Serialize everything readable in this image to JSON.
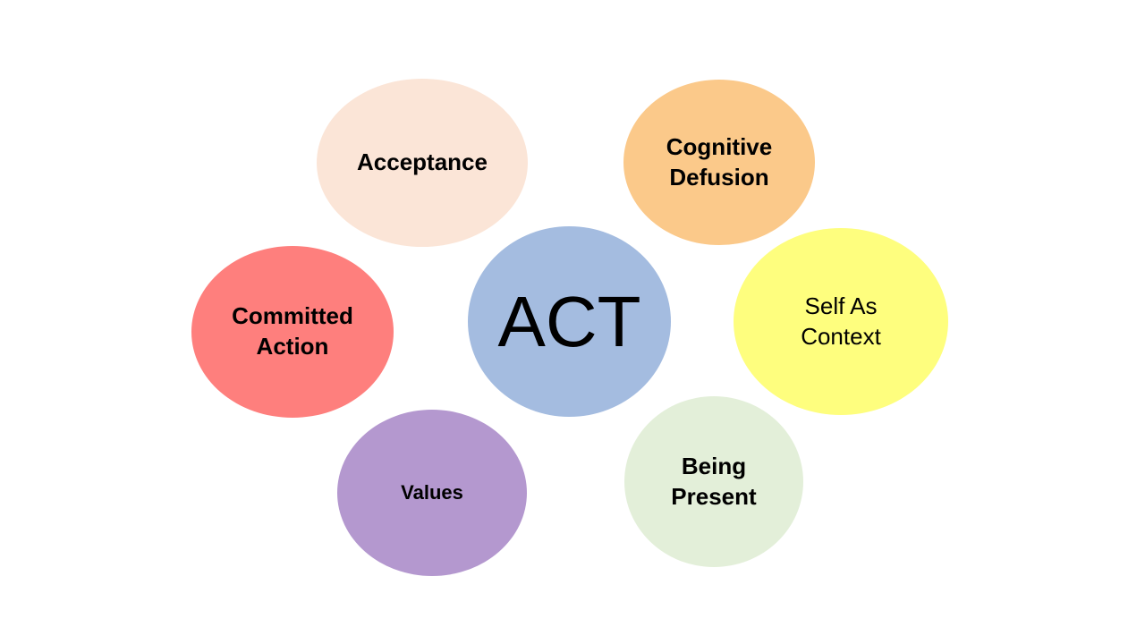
{
  "diagram": {
    "center": {
      "label": "ACT",
      "color": "#a4bce0"
    },
    "nodes": [
      {
        "id": "acceptance",
        "lines": [
          "Acceptance"
        ],
        "color": "#fbe5d7",
        "bold": true
      },
      {
        "id": "defusion",
        "lines": [
          "Cognitive",
          "Defusion"
        ],
        "color": "#fbc98a",
        "bold": true
      },
      {
        "id": "committed",
        "lines": [
          "Committed",
          "Action"
        ],
        "color": "#fe7f7d",
        "bold": true
      },
      {
        "id": "context",
        "lines": [
          "Self As",
          "Context"
        ],
        "color": "#fefe7e",
        "bold": false
      },
      {
        "id": "values",
        "lines": [
          "Values"
        ],
        "color": "#b498cf",
        "bold": true
      },
      {
        "id": "present",
        "lines": [
          "Being",
          "Present"
        ],
        "color": "#e3efd9",
        "bold": true
      }
    ]
  }
}
